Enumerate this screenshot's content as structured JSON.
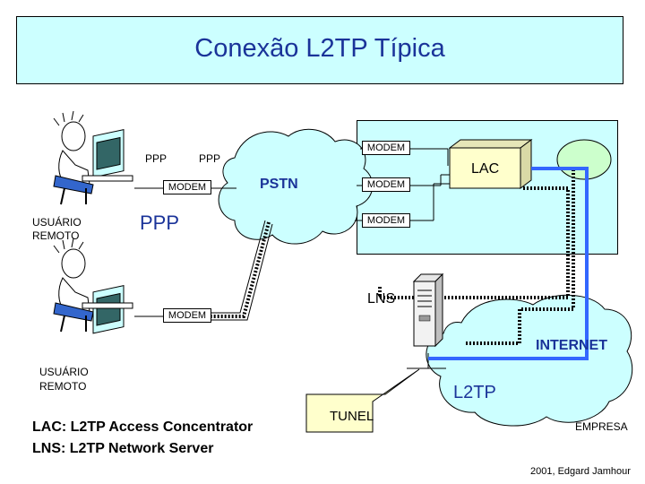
{
  "title": "Conexão L2TP Típica",
  "labels": {
    "ppp_small_1": "PPP",
    "ppp_small_2": "PPP",
    "ppp_large": "PPP",
    "pstn": "PSTN",
    "lac": "LAC",
    "lns": "LNS",
    "internet": "INTERNET",
    "l2tp": "L2TP",
    "tunel": "TUNEL",
    "empresa": "EMPRESA",
    "user1_line1": "USUÁRIO",
    "user1_line2": "REMOTO",
    "user2_line1": "USUÁRIO",
    "user2_line2": "REMOTO",
    "modem_user1": "MODEM",
    "modem_user2": "MODEM",
    "modem_site_1": "MODEM",
    "modem_site_2": "MODEM",
    "modem_site_3": "MODEM"
  },
  "legend": {
    "lac": "LAC: L2TP Access Concentrator",
    "lns": "LNS: L2TP Network Server"
  },
  "credit": "2001, Edgard Jamhour",
  "colors": {
    "title": "#1a3399",
    "panel": "#ccffff",
    "lac_box": "#ffffcc",
    "tunnel_line": "#3366ff",
    "tunel_callout": "#ffffcc"
  }
}
